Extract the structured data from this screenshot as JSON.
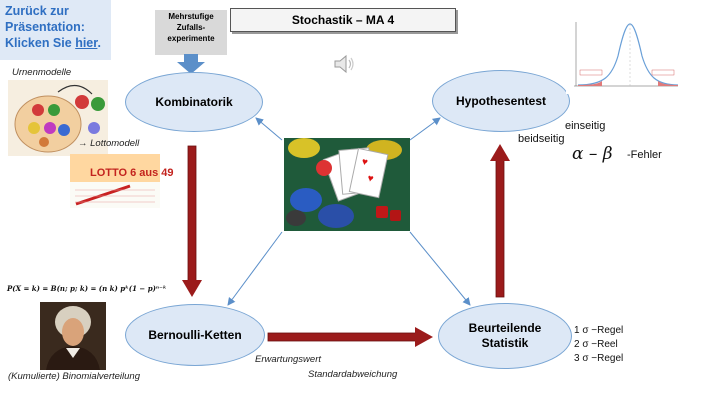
{
  "back": {
    "line1": "Zurück zur",
    "line2": "Präsentation:",
    "line3_prefix": "Klicken Sie ",
    "link": "hier",
    "line3_suffix": "."
  },
  "title": "Stochastik – MA 4",
  "callout": {
    "line1": "Mehrstufige",
    "line2": "Zufalls-",
    "line3": "experimente"
  },
  "nodes": {
    "kombinatorik": "Kombinatorik",
    "hypothesentest": "Hypothesentest",
    "bernoulli": "Bernoulli-Ketten",
    "statistik_line1": "Beurteilende",
    "statistik_line2": "Statistik"
  },
  "labels": {
    "urnenmodelle": "Urnenmodelle",
    "lottomodell": "→ Lottomodell",
    "einseitig": "einseitig",
    "beidseitig": "beidseitig",
    "fehler": "-Fehler",
    "alpha_beta": "α – β",
    "regel1": "1 σ  −Regel",
    "regel2": "2 σ  −Reel",
    "regel3": "3 σ  −Regel",
    "formula": "P(X = k) = B(n; p; k) = (n k) pᵏ(1 − p)ⁿ⁻ᵏ",
    "binomial": "(Kumulierte) Binomialverteilung",
    "erwartungswert": "Erwartungswert",
    "standardabweichung": "Standardabweichung",
    "lotto_text": "LOTTO 6 aus 49"
  },
  "colors": {
    "accent_blue": "#2f6fc2",
    "ellipse_fill": "#dde8f6",
    "arrow_red": "#9b1b1b"
  }
}
